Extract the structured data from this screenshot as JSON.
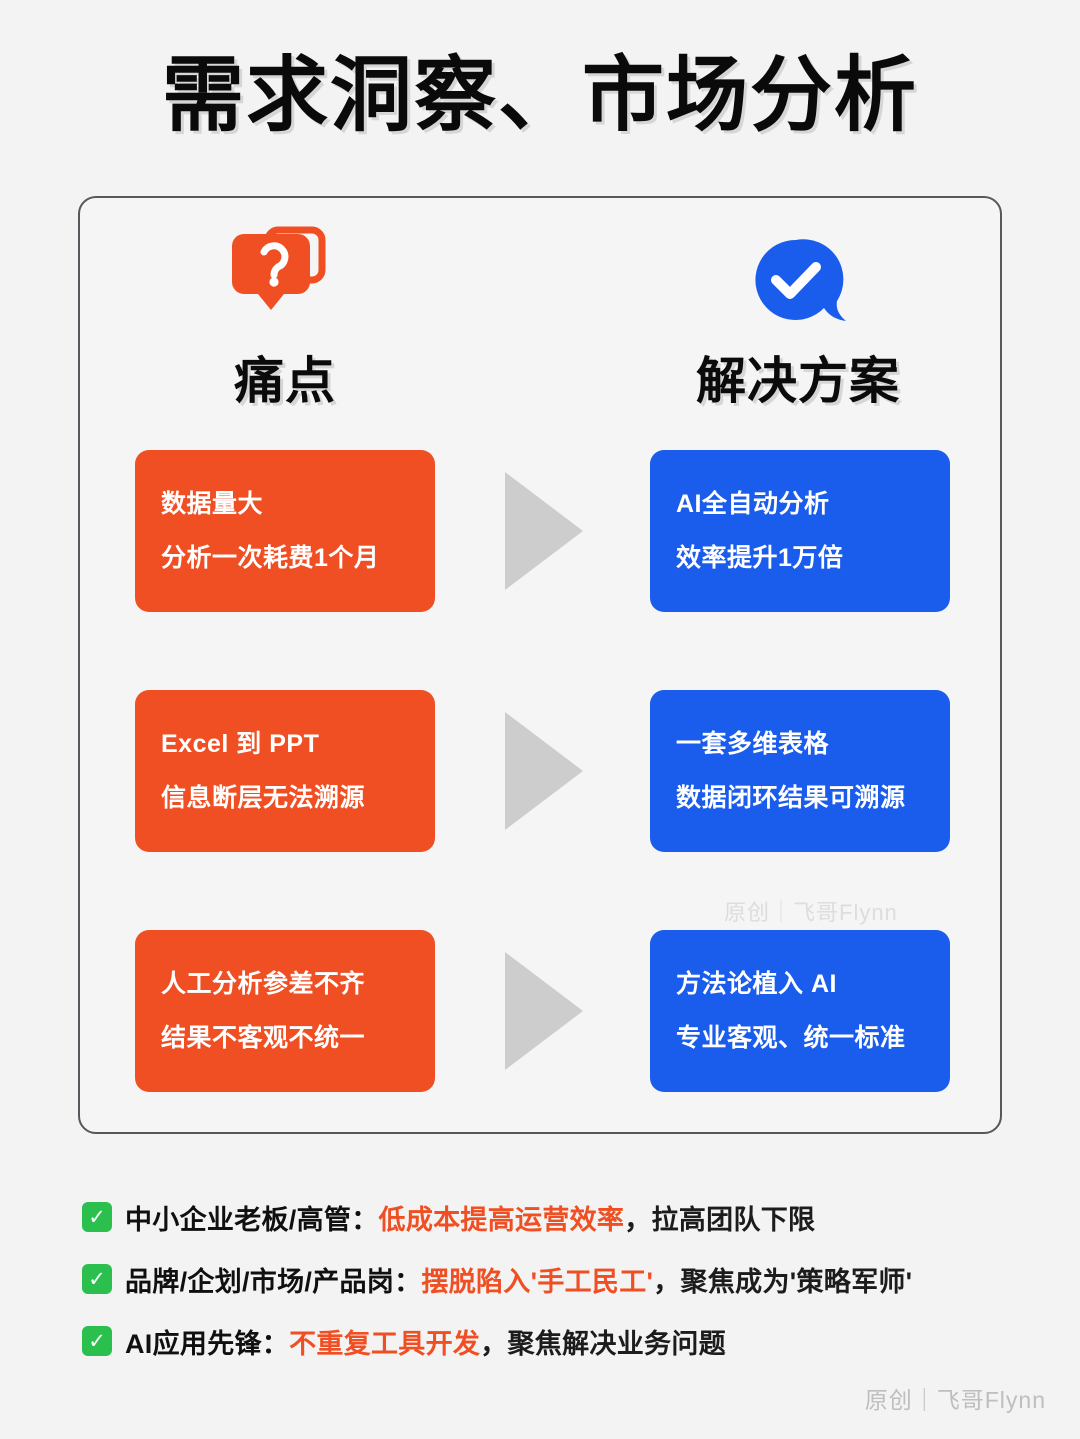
{
  "page": {
    "title": "需求洞察、市场分析",
    "background_color": "#f2f3f2"
  },
  "colors": {
    "pain_color": "#f04f23",
    "solution_color": "#1a5cec",
    "arrow_color": "#cdcdcd",
    "check_color": "#2bbf4e",
    "highlight_color": "#f04f23",
    "panel_border": "#55585c"
  },
  "panel": {
    "columns": {
      "pain": {
        "icon": "question-bubble-icon",
        "heading": "痛点"
      },
      "solution": {
        "icon": "check-bubble-icon",
        "heading": "解决方案"
      }
    },
    "rows": [
      {
        "arrow": "arrow-right-icon",
        "pain": {
          "line1": "数据量大",
          "line2": "分析一次耗费1个月"
        },
        "solution": {
          "line1": "AI全自动分析",
          "line2": "效率提升1万倍"
        }
      },
      {
        "arrow": "arrow-right-icon",
        "pain": {
          "line1": "Excel 到 PPT",
          "line2": "信息断层无法溯源"
        },
        "solution": {
          "line1": "一套多维表格",
          "line2": "数据闭环结果可溯源"
        }
      },
      {
        "arrow": "arrow-right-icon",
        "pain": {
          "line1": "人工分析参差不齐",
          "line2": "结果不客观不统一"
        },
        "solution": {
          "line1": "方法论植入 AI",
          "line2": "专业客观、统一标准"
        }
      }
    ],
    "watermark": "原创｜飞哥Flynn"
  },
  "bullets": [
    {
      "check": "✓",
      "role": "中小企业老板/高管：",
      "highlight": "低成本提高运营效率",
      "tail": "，拉高团队下限"
    },
    {
      "check": "✓",
      "role": "品牌/企划/市场/产品岗：",
      "highlight": "摆脱陷入'手工民工'",
      "tail": "，聚焦成为'策略军师'"
    },
    {
      "check": "✓",
      "role": "AI应用先锋：",
      "highlight": "不重复工具开发",
      "tail": "，聚焦解决业务问题"
    }
  ],
  "footer": {
    "watermark": "原创｜飞哥Flynn"
  }
}
